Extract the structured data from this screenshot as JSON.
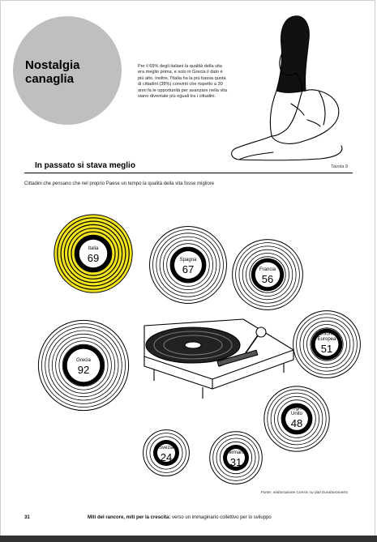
{
  "header": {
    "title_line1": "Nostalgia",
    "title_line2": "canaglia",
    "intro": "Per il 69% degli italiani la qualità della vita era meglio prima, e solo in Grecia il dato è più alto. Inoltre, l'Italia ha la più bassa quota di cittadini (38%) convinti che rispetto a 30 anni fa le opportunità per avanzare nella vita siano diventate più eguali tra i cittadini."
  },
  "section": {
    "title": "In passato si stava meglio",
    "table_label": "Tavola 9",
    "subtitle": "Cittadini che pensano che nel proprio Paese un tempo la qualità della vita fosse migliore"
  },
  "chart_data": {
    "type": "bubble",
    "unit": "%",
    "items": [
      {
        "country": "Italia",
        "lines": [
          "Italia"
        ],
        "value": 69,
        "highlight": true
      },
      {
        "country": "Spagna",
        "lines": [
          "Spagna"
        ],
        "value": 67
      },
      {
        "country": "Francia",
        "lines": [
          "Francia"
        ],
        "value": 56
      },
      {
        "country": "Grecia",
        "lines": [
          "Grecia"
        ],
        "value": 92
      },
      {
        "country": "Unione Europea",
        "lines": [
          "Unione",
          "Europea"
        ],
        "value": 51
      },
      {
        "country": "Regno Unito",
        "lines": [
          "Regno",
          "Unito"
        ],
        "value": 48
      },
      {
        "country": "Svezia",
        "lines": [
          "Svezia"
        ],
        "value": 24
      },
      {
        "country": "Germania",
        "lines": [
          "Germania"
        ],
        "value": 31
      }
    ],
    "colors": {
      "highlight": "#f2e51d",
      "record": "#ffffff",
      "label": "#000000"
    }
  },
  "footer": {
    "source": "Fonte: elaborazione Censis su dati Eurobarometro",
    "page_number": "31",
    "text_bold": "Miti del rancore, miti per la crescita:",
    "text_rest": " verso un immaginario collettivo per lo sviluppo"
  }
}
